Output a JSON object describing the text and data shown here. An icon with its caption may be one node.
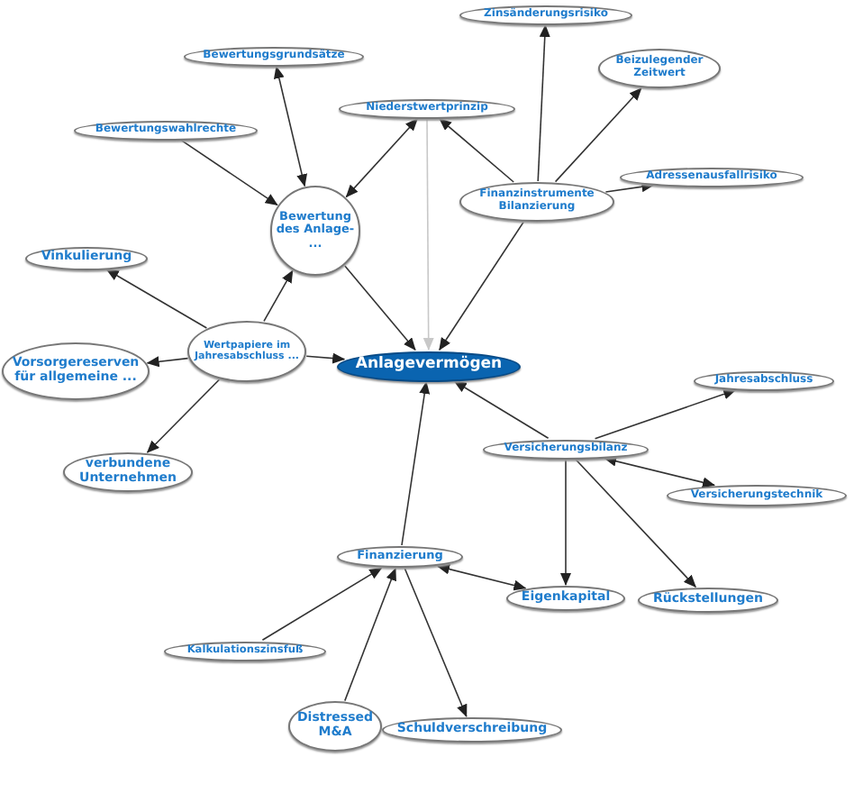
{
  "diagram": {
    "nodes": [
      {
        "text": [
          "Bewertungsgrundsätze"
        ]
      },
      {
        "text": [
          "Zinsänderungsrisiko"
        ]
      },
      {
        "text": [
          "Bewertungswahlrechte"
        ]
      },
      {
        "text": [
          "Niederstwertprinzip"
        ]
      },
      {
        "text": [
          "Beizulegender Zeitwert"
        ]
      },
      {
        "text": [
          "Finanzinstrumente Bilanzierung"
        ]
      },
      {
        "text": [
          "Adressenausfallrisiko"
        ]
      },
      {
        "text": [
          "Bewertung des Anlage- ..."
        ]
      },
      {
        "text": [
          "Vinkulierung"
        ]
      },
      {
        "text": [
          "Wertpapiere im Jahresabschluss ..."
        ]
      },
      {
        "text": [
          "Vorsorgereserven für allgemeine ..."
        ]
      },
      {
        "text": [
          "Anlagevermögen"
        ]
      },
      {
        "text": [
          "verbundene Unternehmen"
        ]
      },
      {
        "text": [
          "Jahresabschluss"
        ]
      },
      {
        "text": [
          "Versicherungsbilanz"
        ]
      },
      {
        "text": [
          "Versicherungstechnik"
        ]
      },
      {
        "text": [
          "Finanzierung"
        ]
      },
      {
        "text": [
          "Eigenkapital"
        ]
      },
      {
        "text": [
          "Rückstellungen"
        ]
      },
      {
        "text": [
          "Kalkulationszinsfuß"
        ]
      },
      {
        "text": [
          "Distressed M&A"
        ]
      },
      {
        "text": [
          "Schuldverschreibung"
        ]
      }
    ],
    "edges": [
      {
        "from": 7,
        "to": 0,
        "arrow": "both"
      },
      {
        "from": 2,
        "to": 7,
        "arrow": "to"
      },
      {
        "from": 7,
        "to": 3,
        "arrow": "both"
      },
      {
        "from": 7,
        "to": 11,
        "arrow": "to"
      },
      {
        "from": 3,
        "to": 11,
        "arrow": "to",
        "color": "#c8c8c8"
      },
      {
        "from": 5,
        "to": 3,
        "arrow": "to"
      },
      {
        "from": 5,
        "to": 1,
        "arrow": "to"
      },
      {
        "from": 5,
        "to": 4,
        "arrow": "to"
      },
      {
        "from": 5,
        "to": 6,
        "arrow": "to"
      },
      {
        "from": 5,
        "to": 11,
        "arrow": "to"
      },
      {
        "from": 9,
        "to": 7,
        "arrow": "to"
      },
      {
        "from": 9,
        "to": 8,
        "arrow": "to"
      },
      {
        "from": 9,
        "to": 10,
        "arrow": "to"
      },
      {
        "from": 9,
        "to": 11,
        "arrow": "to"
      },
      {
        "from": 9,
        "to": 12,
        "arrow": "to"
      },
      {
        "from": 14,
        "to": 11,
        "arrow": "to"
      },
      {
        "from": 14,
        "to": 13,
        "arrow": "to"
      },
      {
        "from": 14,
        "to": 15,
        "arrow": "both"
      },
      {
        "from": 14,
        "to": 17,
        "arrow": "to"
      },
      {
        "from": 14,
        "to": 18,
        "arrow": "to"
      },
      {
        "from": 16,
        "to": 11,
        "arrow": "to"
      },
      {
        "from": 16,
        "to": 17,
        "arrow": "both"
      },
      {
        "from": 16,
        "to": 21,
        "arrow": "to"
      },
      {
        "from": 19,
        "to": 16,
        "arrow": "to"
      },
      {
        "from": 20,
        "to": 16,
        "arrow": "to"
      }
    ]
  }
}
